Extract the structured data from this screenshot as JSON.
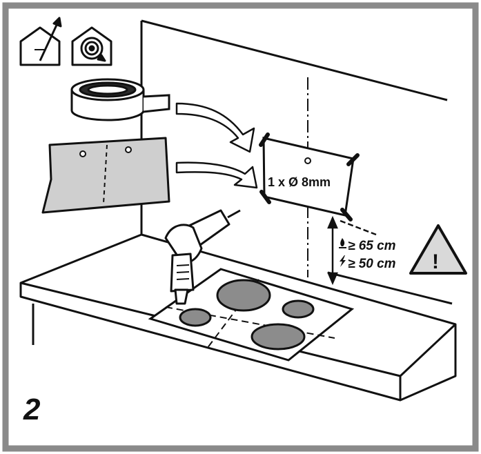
{
  "step_number": "2",
  "hole_spec": "1 x Ø 8mm",
  "gas_distance": "≥ 65 cm",
  "electric_distance": "≥ 50 cm",
  "warning_symbol": "!",
  "icons": {
    "ducted": "house-ducted-icon",
    "recirculation": "house-recirculation-icon",
    "gas_flame": "flame-icon",
    "electric": "lightning-icon",
    "warning": "warning-triangle-icon"
  },
  "colors": {
    "frame": "#8a8a8a",
    "line": "#111111",
    "burner": "#8c8c8c",
    "paper": "#cfcfcf",
    "warning_fill": "#d9d9d9"
  }
}
